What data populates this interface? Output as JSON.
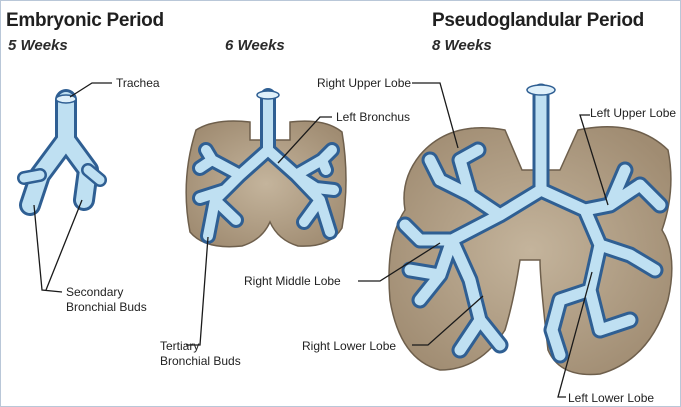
{
  "headings": {
    "embryonic": "Embryonic Period",
    "pseudoglandular": "Pseudoglandular Period"
  },
  "stages": {
    "week5": "5 Weeks",
    "week6": "6 Weeks",
    "week8": "8 Weeks"
  },
  "labels": {
    "trachea": "Trachea",
    "secondary_line1": "Secondary",
    "secondary_line2": "Bronchial Buds",
    "left_bronchus": "Left Bronchus",
    "tertiary_line1": "Tertiary",
    "tertiary_line2": "Bronchial Buds",
    "right_upper_lobe": "Right Upper Lobe",
    "left_upper_lobe": "Left Upper Lobe",
    "right_middle_lobe": "Right Middle Lobe",
    "right_lower_lobe": "Right Lower Lobe",
    "left_lower_lobe": "Left Lower Lobe"
  },
  "colors": {
    "mesenchyme": "#a9967c",
    "mesenchyme_edge": "#6e5f4c",
    "epithelium": "#bfe0f2",
    "epithelium_edge": "#2f5f93"
  }
}
